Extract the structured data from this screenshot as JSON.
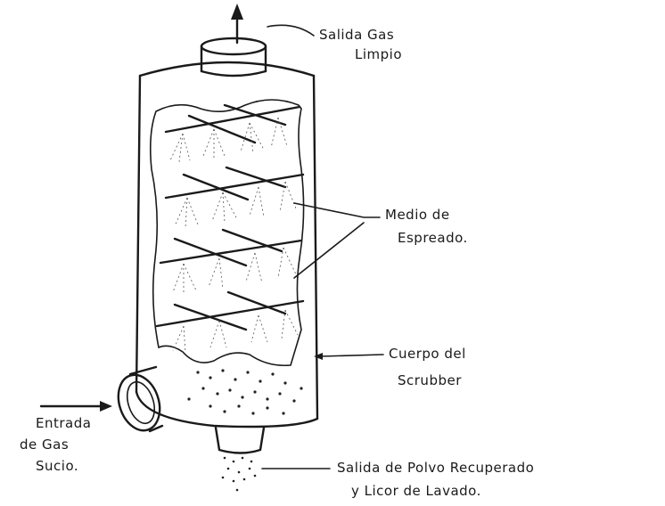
{
  "labels": {
    "clean_gas_outlet": [
      "Salida Gas",
      "Limpio"
    ],
    "spray_medium": [
      "Medio de",
      "Espreado."
    ],
    "scrubber_body": [
      "Cuerpo del",
      "Scrubber"
    ],
    "dirty_gas_inlet": [
      "Entrada",
      "de Gas",
      "Sucio."
    ],
    "dust_outlet": [
      "Salida de Polvo  Recuperado",
      "y Licor de  Lavado."
    ]
  },
  "icons": {
    "outlet_arrow": "arrow-up-icon",
    "inlet_arrow": "arrow-right-icon"
  }
}
